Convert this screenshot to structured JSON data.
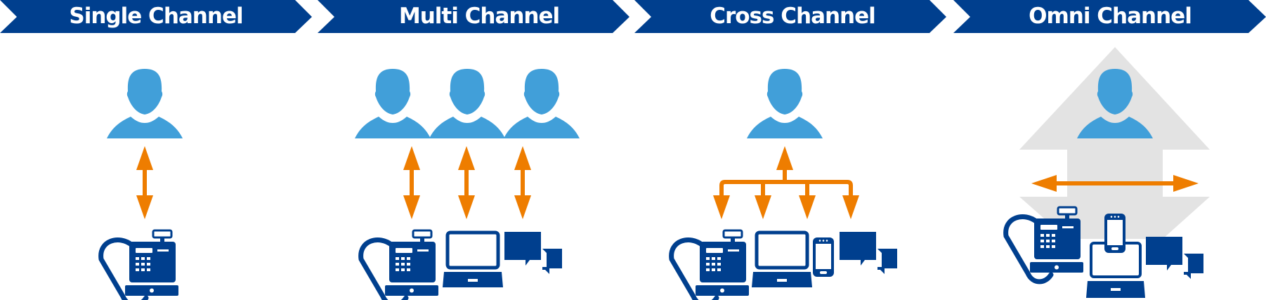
{
  "headers": [
    {
      "label": "Single Channel"
    },
    {
      "label": "Multi Channel"
    },
    {
      "label": "Cross Channel"
    },
    {
      "label": "Omni Channel"
    }
  ],
  "colors": {
    "header_blue": "#003f8e",
    "person_blue": "#419fd9",
    "device_blue": "#003f8e",
    "arrow_orange": "#ee7d00",
    "omni_background": "#e3e3e3"
  },
  "icons": [
    "person-icon",
    "phone-icon",
    "laptop-icon",
    "chat-icon",
    "smartphone-icon",
    "tablet-icon"
  ]
}
